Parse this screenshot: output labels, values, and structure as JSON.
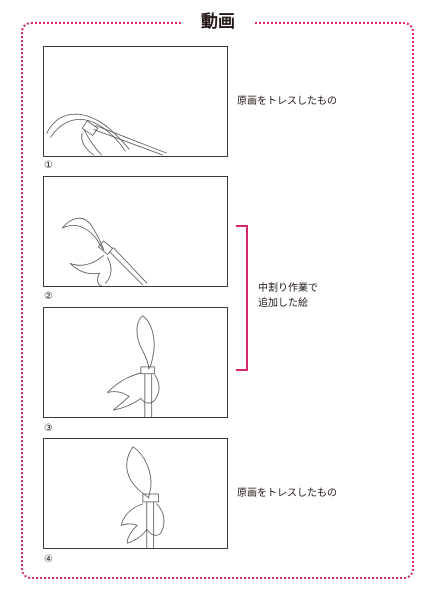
{
  "title": "動画",
  "frames": [
    {
      "number": "①",
      "note": "原画をトレスしたもの"
    },
    {
      "number": "②",
      "note": ""
    },
    {
      "number": "③",
      "note": ""
    },
    {
      "number": "④",
      "note": "原画をトレスしたもの"
    }
  ],
  "inbetween_note": {
    "line1": "中割り作業で",
    "line2": "追加した絵"
  },
  "colors": {
    "accent": "#d6266b",
    "line": "#3a3a3a"
  }
}
